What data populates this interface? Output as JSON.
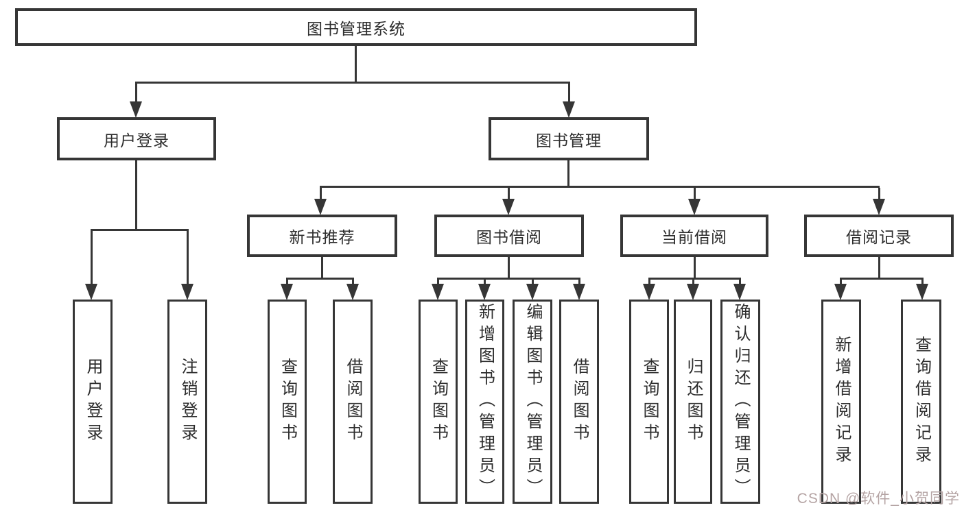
{
  "diagram": {
    "title": "图书管理系统",
    "root": {
      "label": "图书管理系统"
    },
    "level2": {
      "user_login": {
        "label": "用户登录"
      },
      "book_mgmt": {
        "label": "图书管理"
      }
    },
    "level3": {
      "new_book_rec": {
        "label": "新书推荐"
      },
      "book_borrow": {
        "label": "图书借阅"
      },
      "current_borrow": {
        "label": "当前借阅"
      },
      "borrow_records": {
        "label": "借阅记录"
      }
    },
    "leaves": {
      "user_login_login": {
        "label": "用户登录"
      },
      "user_login_logout": {
        "label": "注销登录"
      },
      "nb_query_book": {
        "label": "查询图书"
      },
      "nb_borrow_book": {
        "label": "借阅图书"
      },
      "bb_query_book": {
        "label": "查询图书"
      },
      "bb_add_book_admin": {
        "label": "新增图书（管理员）"
      },
      "bb_edit_book_admin": {
        "label": "编辑图书（管理员）"
      },
      "bb_borrow_book": {
        "label": "借阅图书"
      },
      "cb_query_book": {
        "label": "查询图书"
      },
      "cb_return_book": {
        "label": "归还图书"
      },
      "cb_confirm_return_admin": {
        "label": "确认归还（管理员）"
      },
      "br_add_record": {
        "label": "新增借阅记录"
      },
      "br_query_record": {
        "label": "查询借阅记录"
      }
    }
  },
  "colors": {
    "line": "#363636",
    "text": "#2d2d2d",
    "watermark": "#b5a4a4",
    "background": "#ffffff"
  },
  "watermark": {
    "text": "CSDN @软件_小贺同学"
  }
}
